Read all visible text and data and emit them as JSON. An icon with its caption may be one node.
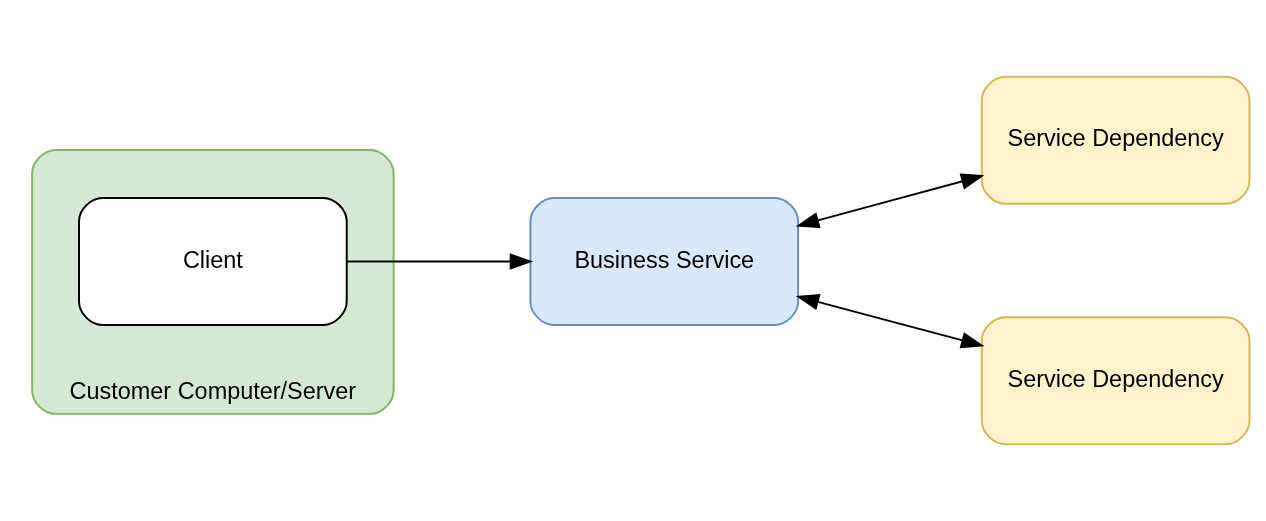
{
  "diagram": {
    "nodes": [
      {
        "text": [
          "Customer Computer/Server"
        ]
      },
      {
        "text": [
          "Client"
        ],
        "in": 0
      },
      {
        "text": [
          "Business Service"
        ]
      },
      {
        "text": [
          "Service Dependency"
        ]
      },
      {
        "text": [
          "Service Dependency"
        ]
      }
    ],
    "edges": [
      {
        "from": 1,
        "to": 2,
        "arrow": "to"
      },
      {
        "from": 2,
        "to": 3,
        "arrow": "both"
      },
      {
        "from": 2,
        "to": 4,
        "arrow": "both"
      }
    ]
  }
}
